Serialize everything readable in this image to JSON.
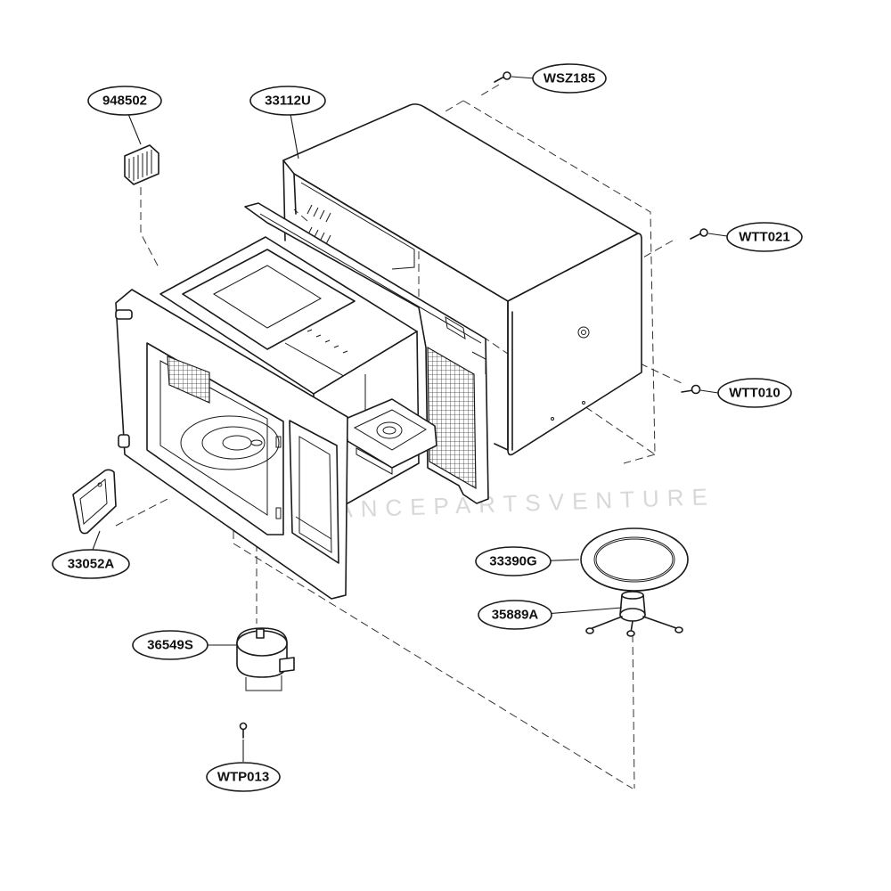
{
  "diagram": {
    "watermark": "APPLIANCEPARTSVENTURE"
  },
  "callouts": {
    "948502": "948502",
    "33112U": "33112U",
    "WSZ185": "WSZ185",
    "WTT021": "WTT021",
    "WTT010": "WTT010",
    "33052A": "33052A",
    "33390G": "33390G",
    "35889A": "35889A",
    "36549S": "36549S",
    "WTP013": "WTP013"
  }
}
